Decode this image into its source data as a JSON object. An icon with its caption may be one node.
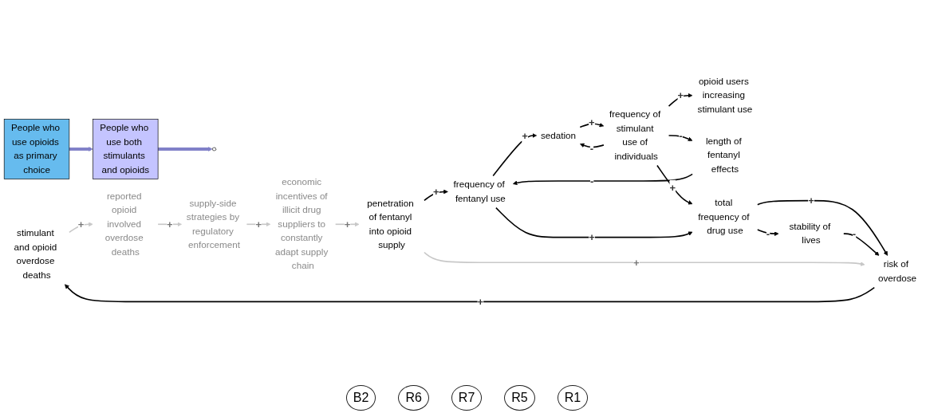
{
  "diagram": {
    "nodes": [
      {
        "text": [
          "People who use opioids as primary choice"
        ]
      },
      {
        "text": [
          "People who use both stimulants and opioids"
        ]
      },
      {
        "text": [],
        "shape": "cloud"
      },
      {
        "text": [
          "opioid users increasing stimulant use"
        ]
      },
      {
        "text": [
          "stimulant and opioid overdose deaths"
        ]
      },
      {
        "text": [
          "reported opioid involved overdose deaths"
        ]
      },
      {
        "text": [
          "frequency of stimulant use of individuals"
        ]
      },
      {
        "text": [
          "stability of lives"
        ]
      },
      {
        "text": [
          "sedation"
        ]
      },
      {
        "text": [
          "length of fentanyl effects"
        ]
      },
      {
        "text": [
          "total frequency of drug use"
        ]
      },
      {
        "text": [
          "risk of overdose"
        ]
      },
      {
        "text": [
          "supply-side strategies by regulatory enforcement"
        ]
      },
      {
        "text": [
          "frequency of fentanyl use"
        ]
      },
      {
        "text": [
          "penetration of fentanyl into opioid supply"
        ]
      },
      {
        "text": [
          "economic incentives of illicit drug suppliers to constantly adapt supply chain"
        ]
      }
    ],
    "edges": [
      {
        "from": 0,
        "to": 1,
        "arrow": "to",
        "style": "thick",
        "color": "#8080c8"
      },
      {
        "from": 1,
        "to": 2,
        "arrow": "to",
        "style": "thick",
        "color": "#8080c8"
      },
      {
        "from": 6,
        "to": 3,
        "arrow": "to",
        "label": "+"
      },
      {
        "from": 6,
        "to": 8,
        "arrow": "to",
        "label": "-"
      },
      {
        "from": 6,
        "to": 9,
        "arrow": "to",
        "label": "-"
      },
      {
        "from": 6,
        "to": 10,
        "arrow": "to",
        "label": "+"
      },
      {
        "from": 8,
        "to": 6,
        "arrow": "to",
        "label": "+"
      },
      {
        "from": 10,
        "to": 7,
        "arrow": "to",
        "label": "-"
      },
      {
        "from": 10,
        "to": 11,
        "arrow": "to",
        "label": "+"
      },
      {
        "from": 7,
        "to": 11,
        "arrow": "to",
        "label": "-"
      },
      {
        "from": 11,
        "to": 4,
        "arrow": "to",
        "label": "+"
      },
      {
        "from": 4,
        "to": 5,
        "arrow": "to",
        "label": "+",
        "color": "#c8c8c8"
      },
      {
        "from": 5,
        "to": 12,
        "arrow": "to",
        "label": "+",
        "color": "#c8c8c8"
      },
      {
        "from": 12,
        "to": 15,
        "arrow": "to",
        "label": "+",
        "color": "#c8c8c8"
      },
      {
        "from": 15,
        "to": 14,
        "arrow": "to",
        "label": "+",
        "color": "#c8c8c8"
      },
      {
        "from": 14,
        "to": 11,
        "arrow": "to",
        "label": "+",
        "color": "#c8c8c8"
      },
      {
        "from": 14,
        "to": 13,
        "arrow": "to",
        "label": "+"
      },
      {
        "from": 9,
        "to": 13,
        "arrow": "to",
        "label": "-"
      },
      {
        "from": 13,
        "to": 10,
        "arrow": "to",
        "label": "+"
      },
      {
        "from": 13,
        "to": 8,
        "arrow": "to",
        "label": "+"
      }
    ],
    "labels": [
      "B2",
      "R6",
      "R7",
      "R5",
      "R1"
    ]
  }
}
